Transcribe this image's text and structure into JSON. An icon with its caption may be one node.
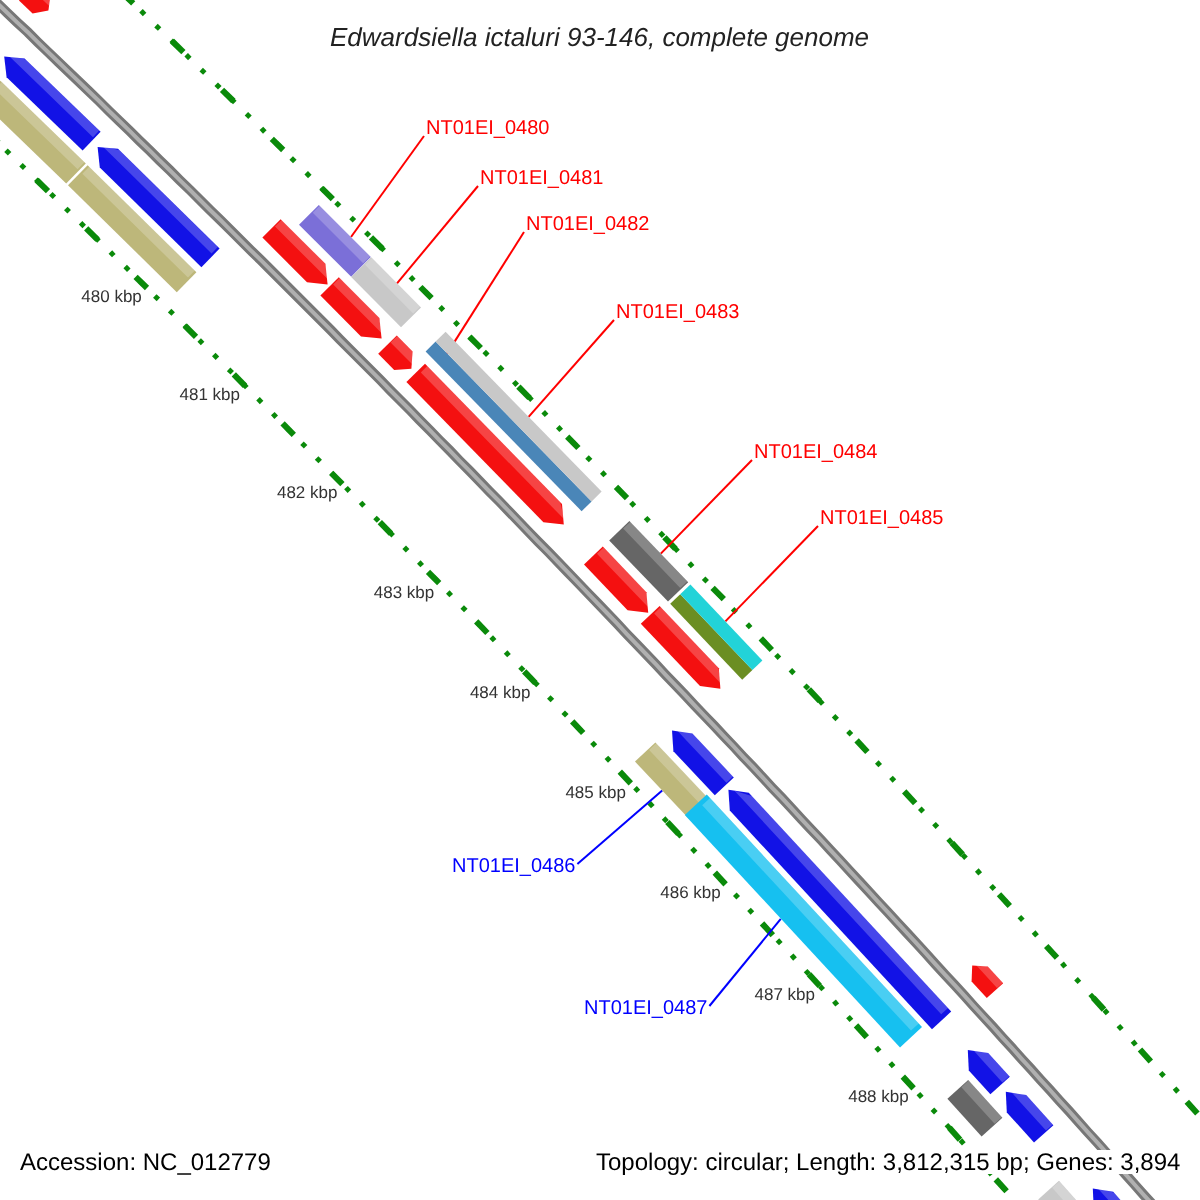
{
  "diagram": {
    "title": "Edwardsiella ictaluri 93-146, complete genome",
    "nodes": [
      {
        "text": [
          "NT01EI_0480"
        ]
      },
      {
        "text": [
          "NT01EI_0481"
        ]
      },
      {
        "text": [
          "NT01EI_0482"
        ]
      },
      {
        "text": [
          "NT01EI_0483"
        ]
      },
      {
        "text": [
          "NT01EI_0484"
        ]
      },
      {
        "text": [
          "NT01EI_0485"
        ]
      },
      {
        "text": [
          "NT01EI_0486"
        ]
      },
      {
        "text": [
          "NT01EI_0487"
        ]
      },
      {
        "text": [],
        "shape": "arrow"
      },
      {
        "text": [],
        "shape": "arrow"
      },
      {
        "text": [],
        "shape": "bar"
      },
      {
        "text": [],
        "shape": "arrow"
      },
      {
        "text": [],
        "shape": "bar"
      },
      {
        "text": [],
        "shape": "arrow"
      },
      {
        "text": [],
        "shape": "bar"
      },
      {
        "text": [],
        "shape": "arrow"
      },
      {
        "text": [],
        "shape": "bar"
      },
      {
        "text": [],
        "shape": "arrow"
      },
      {
        "text": [],
        "shape": "bar"
      },
      {
        "text": [],
        "shape": "bar"
      },
      {
        "text": [],
        "shape": "arrow"
      },
      {
        "text": [],
        "shape": "arrow"
      },
      {
        "text": [],
        "shape": "bar"
      },
      {
        "text": [],
        "shape": "arrow"
      },
      {
        "text": [],
        "shape": "bar"
      },
      {
        "text": [],
        "shape": "bar"
      },
      {
        "text": [],
        "shape": "bar"
      },
      {
        "text": [],
        "shape": "arrow"
      },
      {
        "text": [],
        "shape": "bar"
      },
      {
        "text": [],
        "shape": "arrow"
      },
      {
        "text": [],
        "shape": "arrow"
      },
      {
        "text": [],
        "shape": "arrow"
      },
      {
        "text": [],
        "shape": "bar"
      },
      {
        "text": [],
        "shape": "arrow"
      },
      {
        "text": [],
        "shape": "bar"
      },
      {
        "text": [],
        "shape": "arrow"
      }
    ],
    "edges": [
      {
        "from": 0,
        "to": 14,
        "arrow": "none"
      },
      {
        "from": 1,
        "to": 16,
        "arrow": "none"
      },
      {
        "from": 2,
        "to": 18,
        "arrow": "none"
      },
      {
        "from": 3,
        "to": 19,
        "arrow": "none"
      },
      {
        "from": 4,
        "to": 22,
        "arrow": "none"
      },
      {
        "from": 5,
        "to": 25,
        "arrow": "none"
      },
      {
        "from": 6,
        "to": 26,
        "arrow": "none",
        "color": "#0000ff"
      },
      {
        "from": 7,
        "to": 28,
        "arrow": "none",
        "color": "#0000ff"
      }
    ],
    "labels": [
      "480 kbp",
      "481 kbp",
      "482 kbp",
      "483 kbp",
      "484 kbp",
      "485 kbp",
      "486 kbp",
      "487 kbp",
      "488 kbp",
      "Accession: NC_012779",
      "Topology: circular; Length: 3,812,315 bp; Genes: 3,894"
    ]
  }
}
